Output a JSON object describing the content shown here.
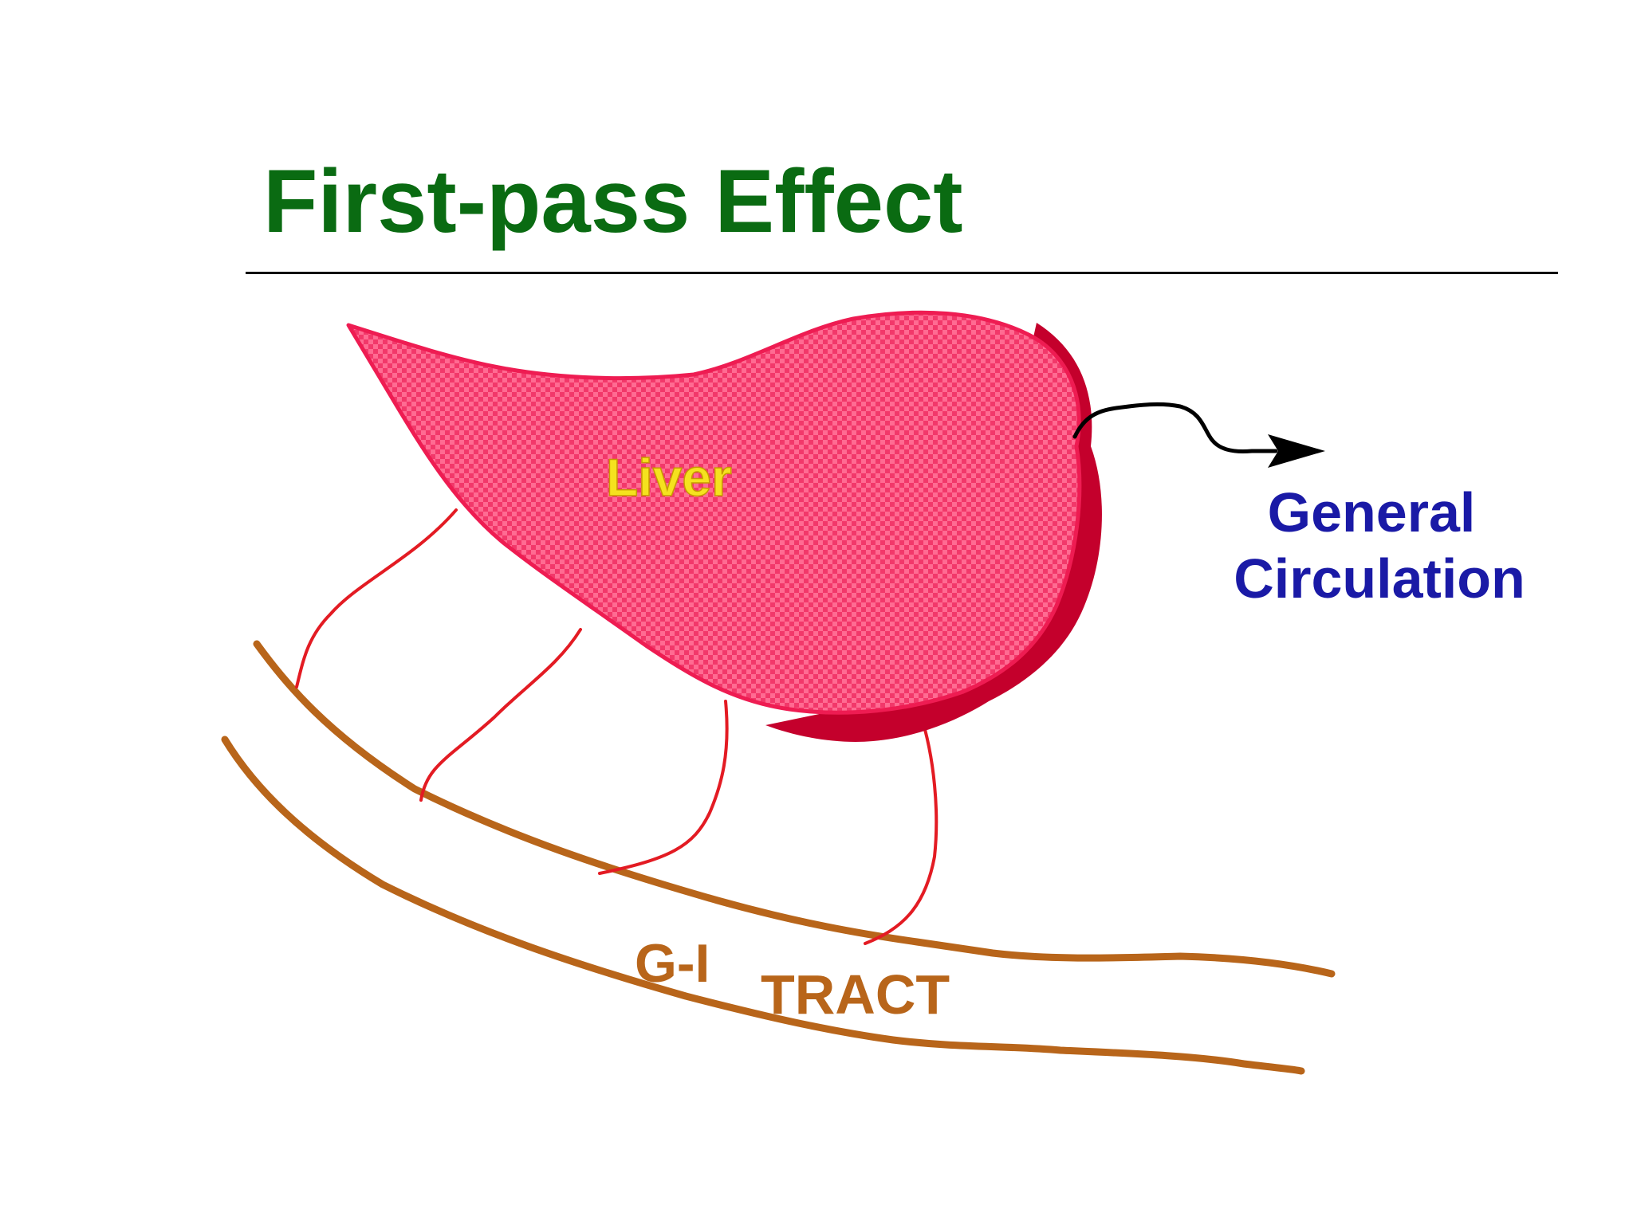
{
  "slide": {
    "title": "First-pass Effect"
  },
  "diagram": {
    "liver_label": "Liver",
    "output_label_line1": "General",
    "output_label_line2": "Circulation",
    "gi_label_part1": "G-I",
    "gi_label_part2": "TRACT"
  },
  "colors": {
    "title": "#0a6b12",
    "liver_fill": "#f2386a",
    "liver_outline": "#ee1c52",
    "liver_shadow": "#c4002c",
    "liver_label": "#f5e21e",
    "vessels": "#e31b23",
    "gi_tract": "#b8651a",
    "circulation_label": "#1a1aa6",
    "arrow": "#000000"
  }
}
